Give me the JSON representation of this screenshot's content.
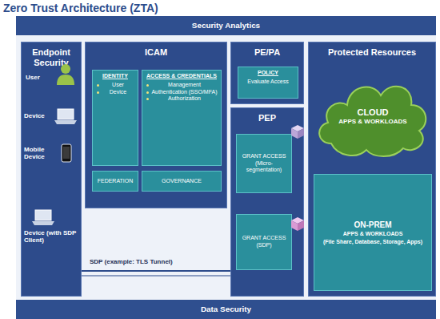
{
  "diagram": {
    "title": "Zero Trust Architecture (ZTA)",
    "nodes": [
      {
        "text": [
          "Security Analytics"
        ]
      },
      {
        "text": [
          "Endpoint Security"
        ]
      },
      {
        "text": [
          "ICAM"
        ]
      },
      {
        "text": [
          "IDENTITY",
          "User",
          "Device"
        ],
        "in": 2
      },
      {
        "text": [
          "ACCESS & CREDENTIALS",
          "Management",
          "Authentication (SSO/MFA)",
          "Authorization"
        ],
        "in": 2
      },
      {
        "text": [
          "FEDERATION"
        ],
        "in": 2
      },
      {
        "text": [
          "GOVERNANCE"
        ],
        "in": 2
      },
      {
        "text": [
          "PE/PA"
        ]
      },
      {
        "text": [
          "POLICY",
          "Evaluate Access"
        ],
        "in": 7
      },
      {
        "text": [
          "PEP"
        ]
      },
      {
        "text": [
          "GRANT ACCESS (Micro-segmentation)"
        ],
        "in": 9
      },
      {
        "text": [
          "GRANT ACCESS (SDP)"
        ],
        "in": 9
      },
      {
        "text": [
          "Protected Resources"
        ]
      },
      {
        "text": [
          "CLOUD",
          "APPS & WORKLOADS"
        ],
        "in": 12
      },
      {
        "text": [
          "ON-PREM",
          "APPS & WORKLOADS",
          "(File Share, Database, Storage, Apps)"
        ],
        "in": 12
      },
      {
        "text": [
          "Data Security"
        ]
      }
    ],
    "labels": [
      "User",
      "Device",
      "Mobile Device",
      "Device (with SDP Client)",
      "SDP (example: TLS Tunnel)"
    ]
  }
}
